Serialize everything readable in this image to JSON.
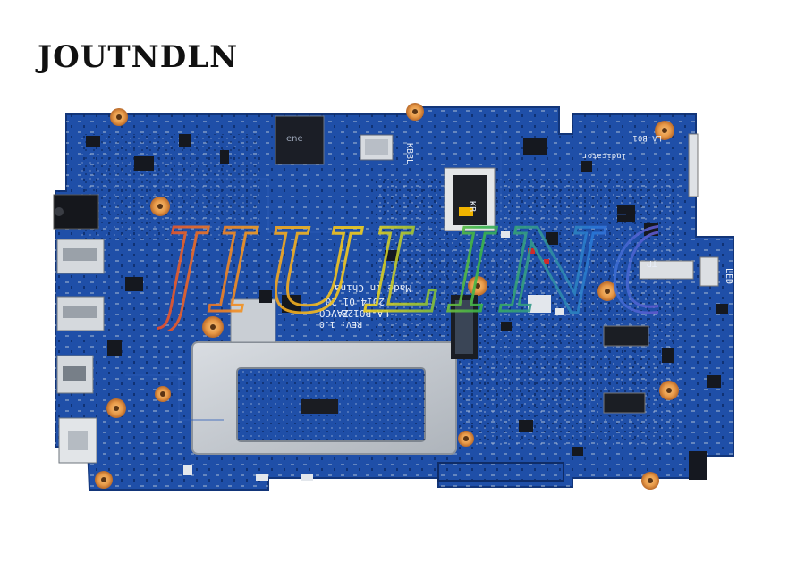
{
  "header": {
    "brand": "JOUTNDLN"
  },
  "watermark": {
    "text": "JIULING",
    "colors": [
      "#e33b2e",
      "#f39a22",
      "#f2d21f",
      "#3bb54a",
      "#2a78d8",
      "#8b3fc4"
    ]
  },
  "board": {
    "color": "#1d4fa6",
    "silkscreen": {
      "model": "LA-B012P",
      "code": "ZAVCO",
      "rev": "REV: 1.0",
      "date": "2014-01-20",
      "made_in": "Made in China",
      "la_b01": "LA-B01",
      "kb": "KB",
      "kbbl": "KBBL",
      "tp": "TP",
      "led": "LED",
      "indicator": "Indicator"
    }
  }
}
